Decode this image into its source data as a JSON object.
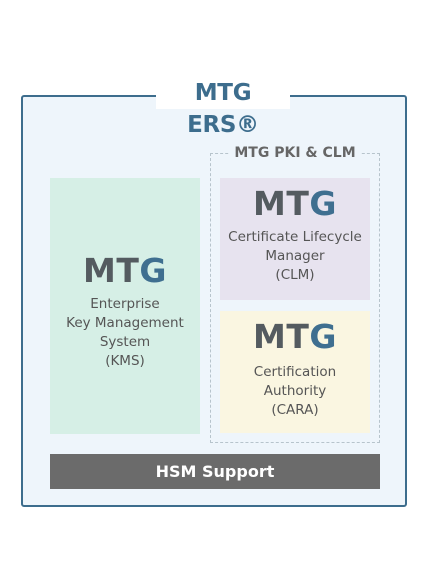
{
  "title": "MTG ERS®",
  "pki_group_title": "MTG PKI & CLM",
  "logo": {
    "mt": "MT",
    "g": "G"
  },
  "kms": {
    "lines": [
      "Enterprise",
      "Key Management",
      "System",
      "(KMS)"
    ]
  },
  "clm": {
    "lines": [
      "Certificate Lifecycle",
      "Manager",
      "(CLM)"
    ]
  },
  "cara": {
    "lines": [
      "Certification",
      "Authority",
      "(CARA)"
    ]
  },
  "hsm": "HSM Support",
  "colors": {
    "border": "#3d6d8d",
    "logo_g": "#3f6f90",
    "kms_bg": "#d6efe6",
    "clm_bg": "#e7e3ef",
    "cara_bg": "#faf6e1",
    "hsm_bg": "#6b6b6b"
  }
}
